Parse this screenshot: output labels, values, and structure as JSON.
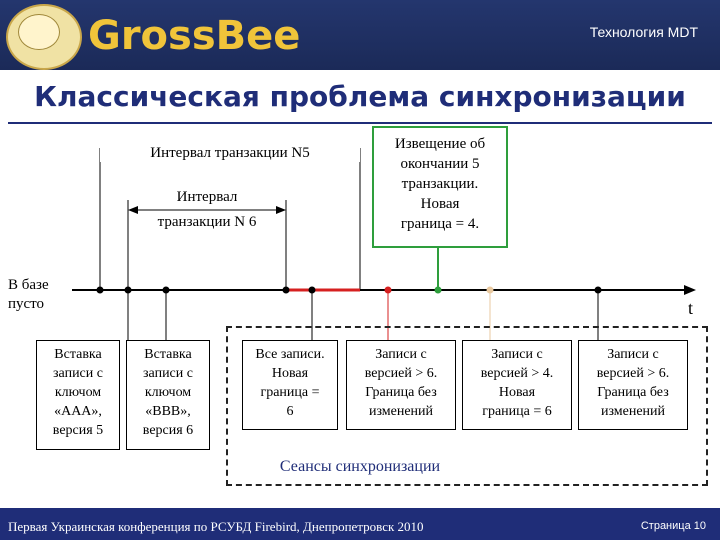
{
  "header": {
    "logo_text": "GrossBee",
    "right_label": "Технология MDT"
  },
  "title": "Классическая проблема синхронизации",
  "diagram": {
    "interval5_label": "Интервал транзакции N5",
    "interval6_label_line1": "Интервал",
    "interval6_label_line2": "транзакции N 6",
    "notice_lines": [
      "Извещение об",
      "окончании 5",
      "транзакции.",
      "Новая",
      "граница = 4."
    ],
    "empty_db_lines": [
      "В базе",
      "пусто"
    ],
    "t_label": "t",
    "insert_aaa_lines": [
      "Вставка",
      "записи с",
      "ключом",
      "«ААА»,",
      "версия 5"
    ],
    "insert_bbb_lines": [
      "Вставка",
      "записи с",
      "ключом",
      "«BBB»,",
      "версия 6"
    ],
    "session1_lines": [
      "Все записи.",
      "Новая",
      "граница =",
      "6"
    ],
    "session2_lines": [
      "Записи с",
      "версией > 6.",
      "Граница без",
      "изменений"
    ],
    "session3_lines": [
      "Записи с",
      "версией > 4.",
      "Новая",
      "граница = 6"
    ],
    "session4_lines": [
      "Записи с",
      "версией > 6.",
      "Граница без",
      "изменений"
    ],
    "sessions_label": "Сеансы синхронизации",
    "colors": {
      "accent_blue": "#1f2d78",
      "red": "#d62020",
      "green": "#2e9e3c",
      "beige": "#e9c9a0"
    }
  },
  "footer": {
    "left": "Первая Украинская конференция по РСУБД Firebird, Днепропетровск 2010",
    "right": "Страница 10"
  }
}
